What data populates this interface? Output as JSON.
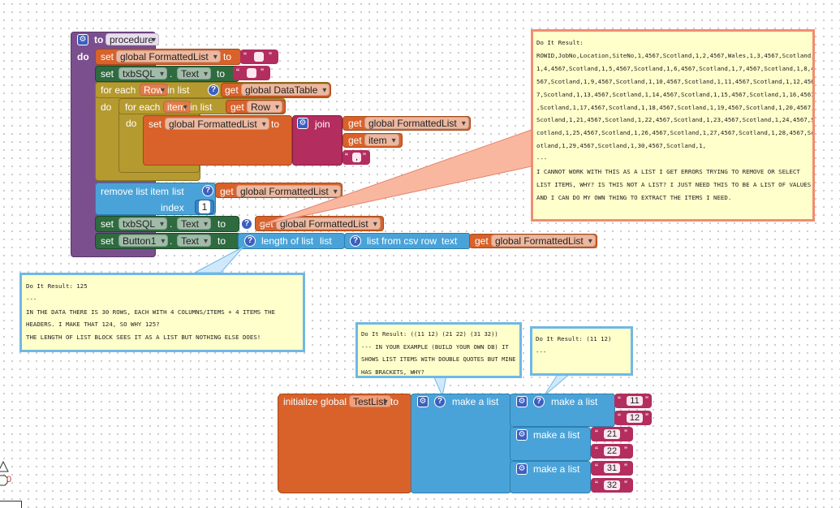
{
  "procedure": {
    "to_label": "to",
    "name": "procedure",
    "do_label": "do",
    "set": "set",
    "to": "to",
    "global_formatted_list": "global FormattedList",
    "txbSQL": "txbSQL",
    "text_prop": "Text",
    "dot": ".",
    "empty_quote": "“ ”",
    "for_each": "for each",
    "row_var": "Row",
    "item_var": "item",
    "in_list": "in list",
    "get": "get",
    "global_datatable": "global DataTable",
    "do": "do",
    "join": "join",
    "comma_str": ",",
    "remove_list_item": "remove list item",
    "list": "list",
    "index": "index",
    "index_value": "1",
    "button1": "Button1",
    "length_of_list": "length of list",
    "list_from_csv_row": "list from csv row",
    "text": "text"
  },
  "notes": {
    "result_big": {
      "lines": [
        "Do It Result:",
        "ROWID,JobNo,Location,SiteNo,1,4567,Scotland,1,2,4567,Wales,1,3,4567,Scotland,",
        "1,4,4567,Scotland,1,5,4567,Scotland,1,6,4567,Scotland,1,7,4567,Scotland,1,8,4",
        "567,Scotland,1,9,4567,Scotland,1,10,4567,Scotland,1,11,4567,Scotland,1,12,456",
        "7,Scotland,1,13,4567,Scotland,1,14,4567,Scotland,1,15,4567,Scotland,1,16,4567",
        ",Scotland,1,17,4567,Scotland,1,18,4567,Scotland,1,19,4567,Scotland,1,20,4567,",
        "Scotland,1,21,4567,Scotland,1,22,4567,Scotland,1,23,4567,Scotland,1,24,4567,S",
        "cotland,1,25,4567,Scotland,1,26,4567,Scotland,1,27,4567,Scotland,1,28,4567,Sc",
        "otland,1,29,4567,Scotland,1,30,4567,Scotland,1,",
        "---",
        "I CANNOT WORK WITH THIS AS A LIST I GET ERRORS TRYING TO REMOVE OR SELECT",
        "LIST ITEMS, WHY? IS THIS NOT A LIST? I JUST NEED THIS TO BE A LIST OF VALUES",
        "AND I CAN DO MY OWN THING TO EXTRACT THE ITEMS I NEED."
      ]
    },
    "result_125": {
      "lines": [
        "Do It Result: 125",
        "---",
        "IN THE DATA THERE IS 30 ROWS, EACH WITH 4 COLUMNS/ITEMS + 4 ITEMS THE",
        "HEADERS. I MAKE THAT 124, SO WHY 125?",
        "THE LENGTH OF LIST BLOCK SEES IT AS A LIST BUT NOTHING ELSE DOES!"
      ]
    },
    "result_pairs": {
      "lines": [
        "Do It Result: ((11 12) (21 22) (31 32))",
        "--- IN YOUR EXAMPLE (BUILD YOUR OWN DB) IT",
        "SHOWS LIST ITEMS WITH DOUBLE QUOTES BUT MINE",
        "HAS BRACKETS, WHY?"
      ]
    },
    "result_single": {
      "lines": [
        "Do It Result: (11 12)",
        "---"
      ]
    }
  },
  "testlist": {
    "initialize_global": "initialize global",
    "name": "TestList",
    "to": "to",
    "make_a_list": "make a list",
    "values": [
      "11",
      "12",
      "21",
      "22",
      "31",
      "32"
    ]
  },
  "trash": {
    "count": "0"
  },
  "colors": {
    "procedure": "#7b4f8e",
    "variables": "#d8622a",
    "components": "#2e6b3f",
    "control": "#b59a2f",
    "lists": "#4aa3d8",
    "text": "#b32d5e",
    "note_bg": "#ffffcc"
  }
}
